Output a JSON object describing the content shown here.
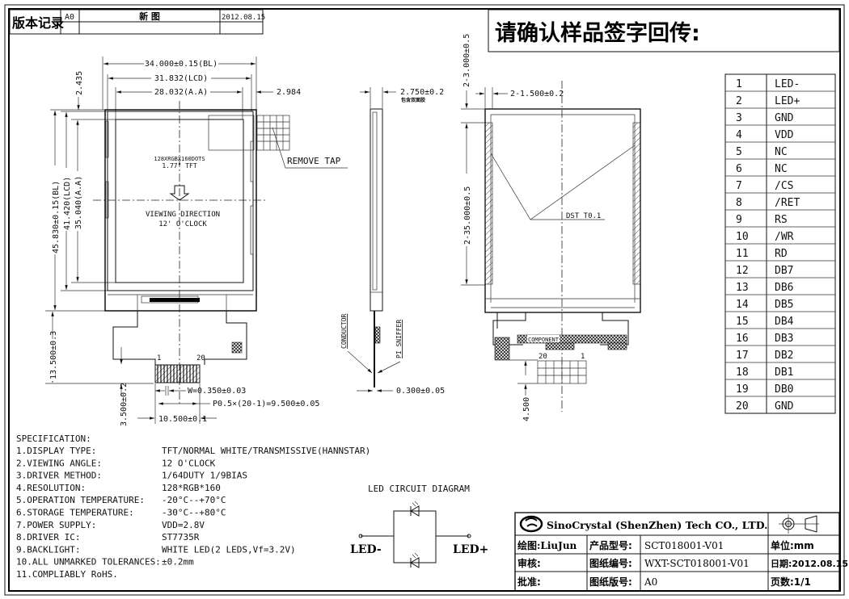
{
  "revision": {
    "label": "版本记录",
    "version": "A0",
    "description": "新  图",
    "date": "2012.08.15"
  },
  "confirm_title": "请确认样品签字回传:",
  "front_view": {
    "dim_bl_width": "34.000±0.15(BL)",
    "dim_lcd_width": "31.832(LCD)",
    "dim_aa_width": "28.032(A.A)",
    "dim_right": "2.984",
    "dim_top": "2.435",
    "dim_bl_height": "45.830±0.15(BL)",
    "dim_lcd_height": "41.420(LCD)",
    "dim_aa_height": "35.040(A.A)",
    "dim_fpc_length": "13.500±0.3",
    "dim_fpc_tail": "3.500±0.2",
    "resolution_note": "128XRGBX160DOTS",
    "size_note": "1.77\"  TFT",
    "viewing_direction": "VIEWING DIRECTION",
    "viewing_clock": "12' O'CLOCK",
    "remove_tape": "REMOVE TAP",
    "pin_first": "1",
    "pin_last": "20",
    "dim_pad_width": "W=0.350±0.03",
    "dim_pitch": "P0.5×(20-1)=9.500±0.05",
    "dim_fpc_width": "10.500±0.1"
  },
  "side_view": {
    "dim_thickness": "2.750±0.2",
    "thickness_note": "包含双面胶",
    "conductor": "CONDUCTOR",
    "pi_stiffer": "PI SNIFFER",
    "dim_fpc_thickness": "0.300±0.05"
  },
  "back_view": {
    "dim_tape_offset": "2-3.000±0.5",
    "dim_tape_width": "2-1.500±0.2",
    "dim_tape_length": "2-35.000±0.5",
    "tape_label": "DST T0.1",
    "component_label": "COMPONENT",
    "pin_first": "1",
    "pin_last": "20",
    "dim_bottom": "4.500"
  },
  "pins": [
    {
      "no": "1",
      "name": "LED-"
    },
    {
      "no": "2",
      "name": "LED+"
    },
    {
      "no": "3",
      "name": "GND"
    },
    {
      "no": "4",
      "name": "VDD"
    },
    {
      "no": "5",
      "name": "NC"
    },
    {
      "no": "6",
      "name": "NC"
    },
    {
      "no": "7",
      "name": "/CS"
    },
    {
      "no": "8",
      "name": "/RET"
    },
    {
      "no": "9",
      "name": "RS"
    },
    {
      "no": "10",
      "name": "/WR"
    },
    {
      "no": "11",
      "name": "RD"
    },
    {
      "no": "12",
      "name": "DB7"
    },
    {
      "no": "13",
      "name": "DB6"
    },
    {
      "no": "14",
      "name": "DB5"
    },
    {
      "no": "15",
      "name": "DB4"
    },
    {
      "no": "16",
      "name": "DB3"
    },
    {
      "no": "17",
      "name": "DB2"
    },
    {
      "no": "18",
      "name": "DB1"
    },
    {
      "no": "19",
      "name": "DB0"
    },
    {
      "no": "20",
      "name": "GND"
    }
  ],
  "specification": {
    "title": "SPECIFICATION:",
    "items": [
      {
        "label": "1.DISPLAY TYPE:",
        "value": "TFT/NORMAL WHITE/TRANSMISSIVE(HANNSTAR)"
      },
      {
        "label": "2.VIEWING ANGLE:",
        "value": "12 O'CLOCK"
      },
      {
        "label": "3.DRIVER METHOD:",
        "value": "1/64DUTY   1/9BIAS"
      },
      {
        "label": "4.RESOLUTION:",
        "value": "128*RGB*160"
      },
      {
        "label": "5.OPERATION TEMPERATURE:",
        "value": "-20°C--+70°C"
      },
      {
        "label": "6.STORAGE TEMPERATURE:",
        "value": "-30°C--+80°C"
      },
      {
        "label": "7.POWER SUPPLY:",
        "value": "VDD=2.8V"
      },
      {
        "label": "8.DRIVER IC:",
        "value": "ST7735R"
      },
      {
        "label": "9.BACKLIGHT:",
        "value": "WHITE LED(2 LEDS,Vf=3.2V)"
      },
      {
        "label": "10.ALL UNMARKED TOLERANCES:",
        "value": "±0.2mm"
      },
      {
        "label": "11.COMPLIABLY RoHS.",
        "value": ""
      }
    ]
  },
  "led_circuit": {
    "title": "LED CIRCUIT DIAGRAM",
    "minus": "LED-",
    "plus": "LED+"
  },
  "title_block": {
    "company": "SinoCrystal (ShenZhen) Tech CO., LTD.",
    "drawn_by": "绘图:LiuJun",
    "model_label": "产品型号:",
    "model_value": "SCT018001-V01",
    "unit": "单位:mm",
    "review_label": "审核:",
    "drawing_no_label": "图纸编号:",
    "drawing_no_value": "WXT-SCT018001-V01",
    "date": "日期:2012.08.15",
    "approve_label": "批准:",
    "drawing_ver_label": "图纸版号:",
    "drawing_ver_value": "A0",
    "pages": "页数:1/1"
  }
}
